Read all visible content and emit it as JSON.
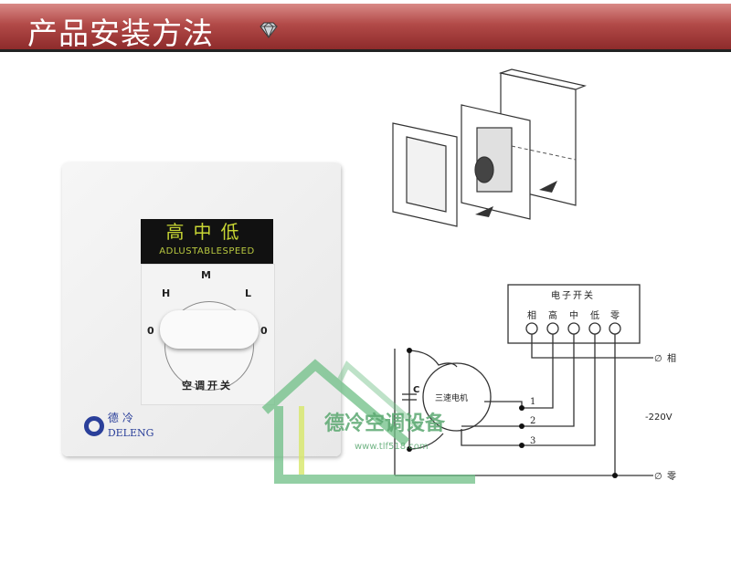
{
  "header": {
    "title": "产品安装方法",
    "icon": "diamond-icon"
  },
  "switch": {
    "display_cn": "高中低",
    "display_en": "ADLUSTABLESPEED",
    "pos_m": "M",
    "pos_h": "H",
    "pos_l": "L",
    "pos_0_left": "0",
    "pos_0_right": "0",
    "caption": "空调开关",
    "brand_cn": "德冷",
    "brand_en": "DELENG"
  },
  "wiring": {
    "box_title": "电子开关",
    "terminals": [
      "相",
      "高",
      "中",
      "低",
      "零"
    ],
    "motor": "三速电机",
    "capacitor": "C",
    "wires": [
      "1",
      "2",
      "3"
    ],
    "voltage": "-220V",
    "live": "相",
    "neutral": "零",
    "terminal_symbol": "∅"
  },
  "watermark": {
    "name": "德冷空调设备",
    "url": "www.tlf518.com"
  }
}
